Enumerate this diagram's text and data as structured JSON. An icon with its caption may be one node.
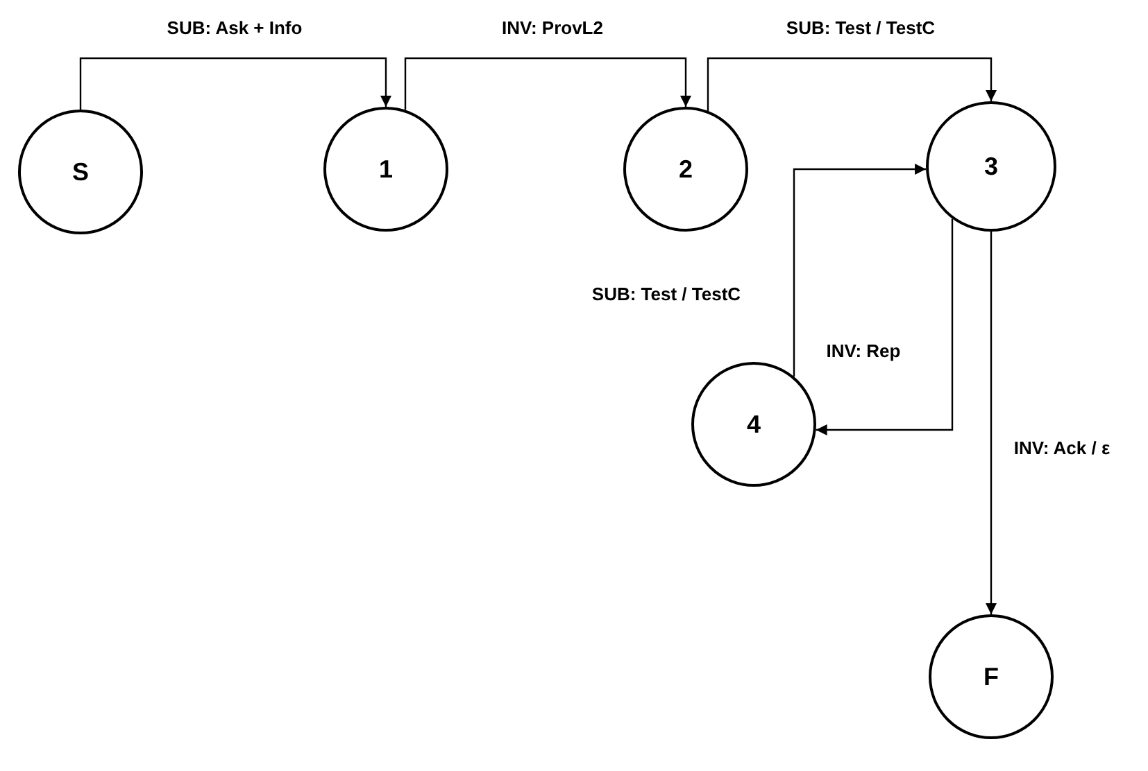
{
  "diagram": {
    "nodes": [
      {
        "text": [
          "S"
        ]
      },
      {
        "text": [
          "1"
        ]
      },
      {
        "text": [
          "2"
        ]
      },
      {
        "text": [
          "3"
        ]
      },
      {
        "text": [
          "4"
        ]
      },
      {
        "text": [
          "F"
        ]
      }
    ],
    "edges": [
      {
        "from": 0,
        "to": 1,
        "arrow": "to",
        "label": "SUB: Ask + Info"
      },
      {
        "from": 1,
        "to": 2,
        "arrow": "to",
        "label": "INV: ProvL2"
      },
      {
        "from": 2,
        "to": 3,
        "arrow": "to",
        "label": "SUB: Test / TestC"
      },
      {
        "from": 3,
        "to": 4,
        "arrow": "to",
        "label": "INV: Rep"
      },
      {
        "from": 4,
        "to": 3,
        "arrow": "to",
        "label": "SUB: Test / TestC"
      },
      {
        "from": 3,
        "to": 5,
        "arrow": "to",
        "label": "INV: Ack / ε"
      }
    ]
  }
}
